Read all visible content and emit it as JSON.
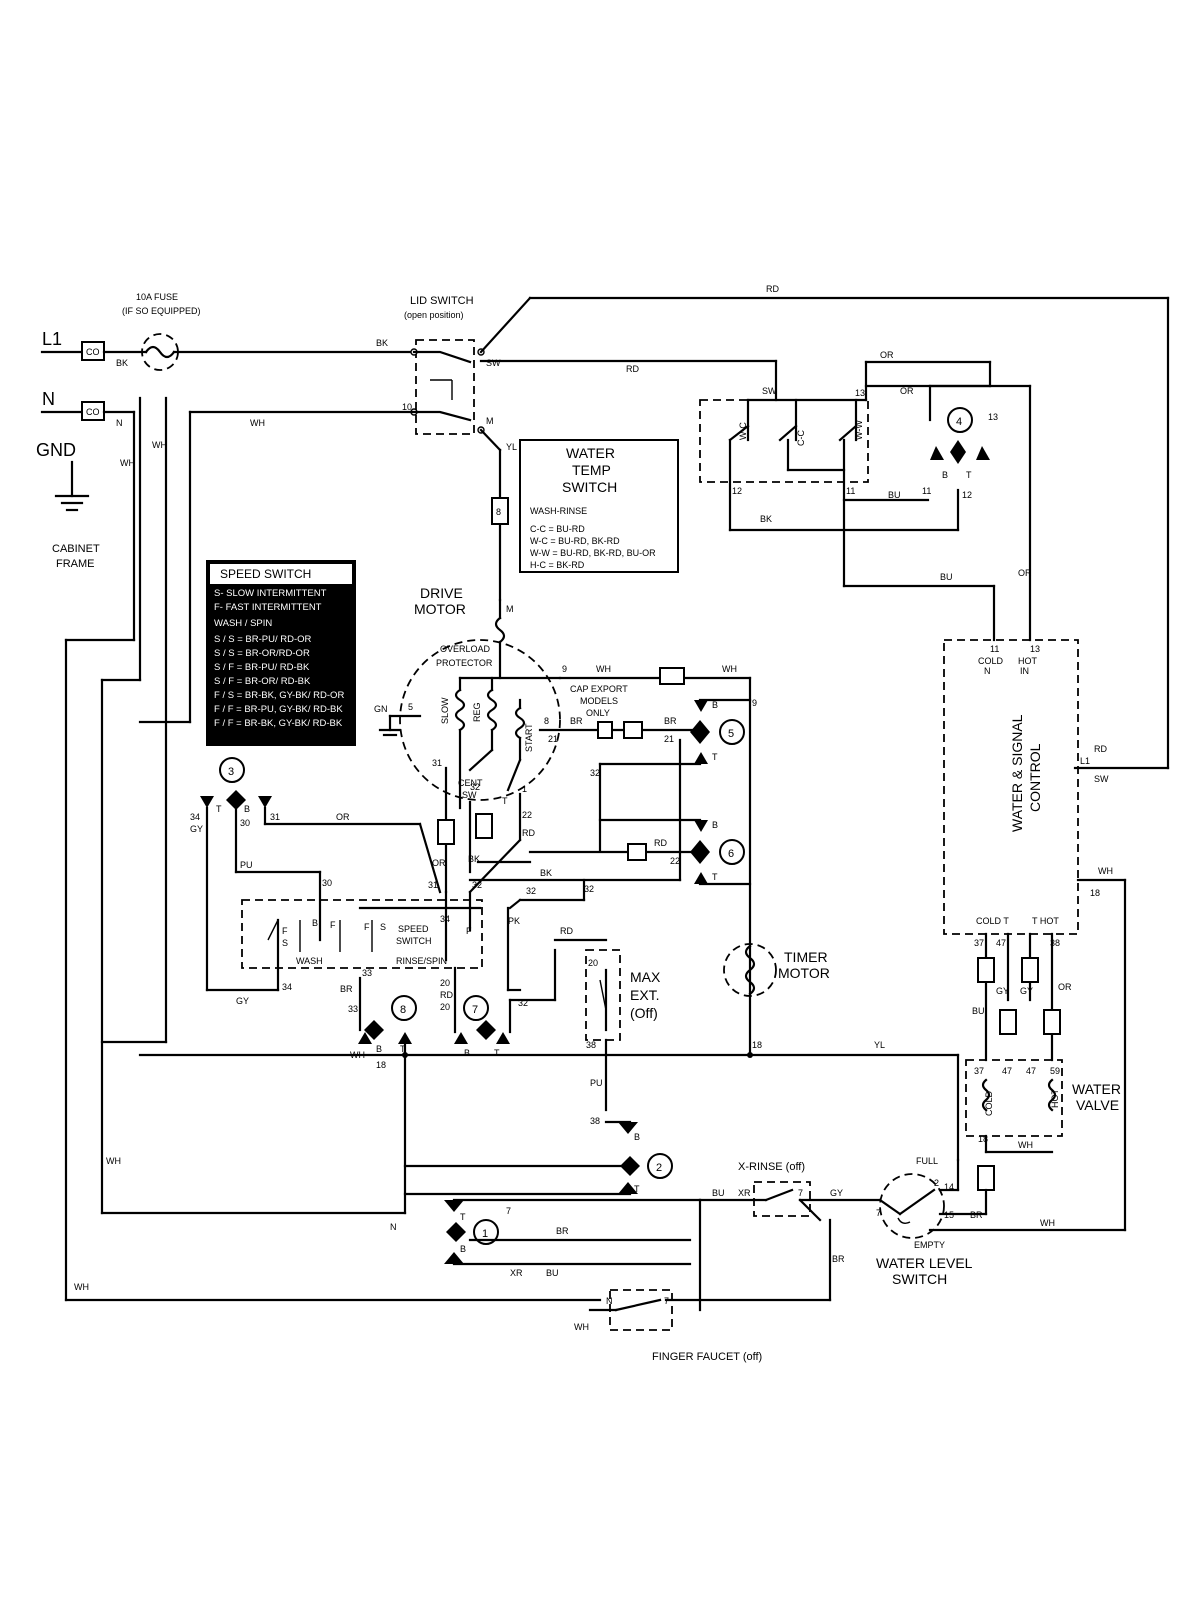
{
  "terminals": {
    "l1": "L1",
    "n": "N",
    "gnd": "GND",
    "cabinet": [
      "CABINET",
      "FRAME"
    ]
  },
  "fuse": [
    "10A FUSE",
    "(IF SO EQUIPPED)"
  ],
  "lid_switch": [
    "LID SWITCH",
    "(open position)"
  ],
  "water_temp_switch": {
    "title": [
      "WATER",
      "TEMP",
      "SWITCH"
    ],
    "subtitle": "WASH-RINSE",
    "rows": [
      "C-C = BU-RD",
      "W-C = BU-RD, BK-RD",
      "W-W = BU-RD, BK-RD, BU-OR",
      "H-C = BK-RD"
    ]
  },
  "speed_switch_legend": {
    "title": "SPEED SWITCH",
    "rows": [
      "S- SLOW INTERMITTENT",
      "F- FAST INTERMITTENT"
    ],
    "subtitle": "WASH / SPIN",
    "combos": [
      "S / S = BR-PU/ RD-OR",
      "S / S = BR-OR/RD-OR",
      "S / F = BR-PU/ RD-BK",
      "S / F = BR-OR/ RD-BK",
      "F / S = BR-BK, GY-BK/ RD-OR",
      "F / F = BR-PU, GY-BK/ RD-BK",
      "F / F = BR-BK, GY-BK/ RD-BK"
    ]
  },
  "drive_motor": {
    "title": [
      "DRIVE",
      "MOTOR"
    ],
    "overload": [
      "OVERLOAD",
      "PROTECTOR"
    ],
    "slow": "SLOW",
    "reg": "REG",
    "start": "START",
    "cent": [
      "CENT",
      "SW"
    ],
    "gn": "GN"
  },
  "cap_export": [
    "CAP EXPORT",
    "MODELS",
    "ONLY"
  ],
  "timer_motor": [
    "TIMER",
    "MOTOR"
  ],
  "max_ext": [
    "MAX",
    "EXT.",
    "(Off)"
  ],
  "speed_switch": {
    "label": [
      "SPEED",
      "SWITCH"
    ],
    "wash": "WASH",
    "rinse_spin": "RINSE/SPIN"
  },
  "water_signal_control": [
    "WATER & SIGNAL",
    "CONTROL"
  ],
  "water_valve": [
    "WATER",
    "VALVE"
  ],
  "x_rinse": "X-RINSE (off)",
  "water_level_switch": {
    "label": [
      "WATER LEVEL",
      "SWITCH"
    ],
    "full": "FULL",
    "empty": "EMPTY"
  },
  "finger_faucet": "FINGER FAUCET (off)",
  "cams": [
    "1",
    "2",
    "3",
    "4",
    "5",
    "6",
    "7",
    "8"
  ],
  "wire_colors": {
    "rd": "RD",
    "bk": "BK",
    "wh": "WH",
    "yl": "YL",
    "or": "OR",
    "bu": "BU",
    "gy": "GY",
    "pu": "PU",
    "br": "BR",
    "pk": "PK",
    "xr": "XR",
    "sw": "SW",
    "n": "N",
    "m": "M"
  },
  "contact_labels": {
    "b": "B",
    "t": "T",
    "l1": "L1",
    "cold": "COLD",
    "hot": "HOT",
    "in": "IN",
    "cold_t": "COLD T",
    "t_hot": "T HOT"
  },
  "wire_numbers": [
    "10",
    "13",
    "11",
    "12",
    "9",
    "21",
    "22",
    "32",
    "31",
    "30",
    "34",
    "33",
    "20",
    "38",
    "18",
    "37",
    "47",
    "7",
    "14",
    "15",
    "19",
    "5"
  ]
}
